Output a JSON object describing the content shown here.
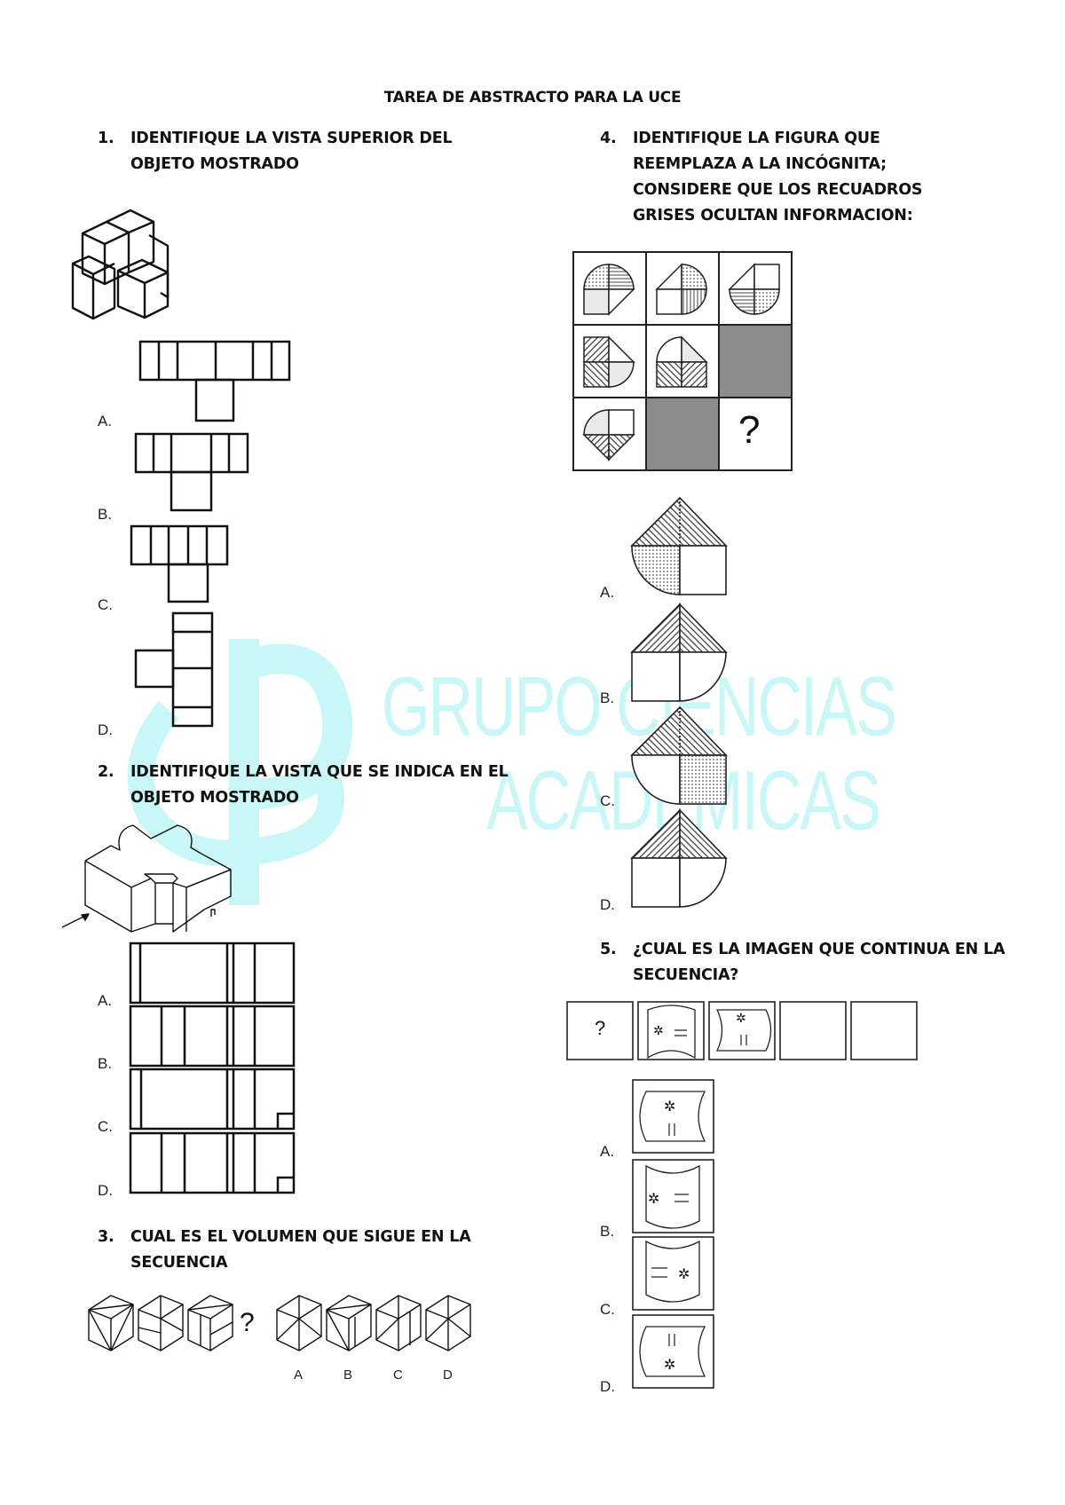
{
  "document": {
    "title": "TAREA DE ABSTRACTO PARA LA UCE",
    "watermark": {
      "line1": "GRUPO CIENCIAS",
      "line2": "ACADEMICAS",
      "logo": "treble-clef-like-logo",
      "color": "#c9f7f7"
    }
  },
  "questions": [
    {
      "number": "1.",
      "text": "IDENTIFIQUE LA VISTA SUPERIOR DEL OBJETO MOSTRADO",
      "figure": "isometric-stacked-cubes",
      "options": [
        "A.",
        "B.",
        "C.",
        "D."
      ]
    },
    {
      "number": "2.",
      "text": "IDENTIFIQUE LA VISTA QUE SE INDICA EN EL OBJETO MOSTRADO",
      "figure": "isometric-notched-block-with-arrow",
      "options": [
        "A.",
        "B.",
        "C.",
        "D."
      ]
    },
    {
      "number": "3.",
      "text": "CUAL ES EL VOLUMEN QUE SIGUE EN LA SECUENCIA",
      "figure": "cube-sequence",
      "sequence_marker": "?",
      "options": [
        "A",
        "B",
        "C",
        "D"
      ]
    },
    {
      "number": "4.",
      "text": "IDENTIFIQUE LA FIGURA QUE REEMPLAZA A LA INCÓGNITA; CONSIDERE QUE LOS RECUADROS GRISES OCULTAN INFORMACION:",
      "figure": "3x3-pattern-matrix",
      "unknown_marker": "?",
      "hidden_cell_color": "#8c8c8c",
      "options": [
        "A.",
        "B.",
        "C.",
        "D."
      ]
    },
    {
      "number": "5.",
      "text": "¿CUAL ES LA IMAGEN QUE CONTINUA EN LA SECUENCIA?",
      "figure": "rotating-cylinder-sequence",
      "sequence_marker": "?",
      "options": [
        "A.",
        "B.",
        "C.",
        "D."
      ]
    }
  ]
}
